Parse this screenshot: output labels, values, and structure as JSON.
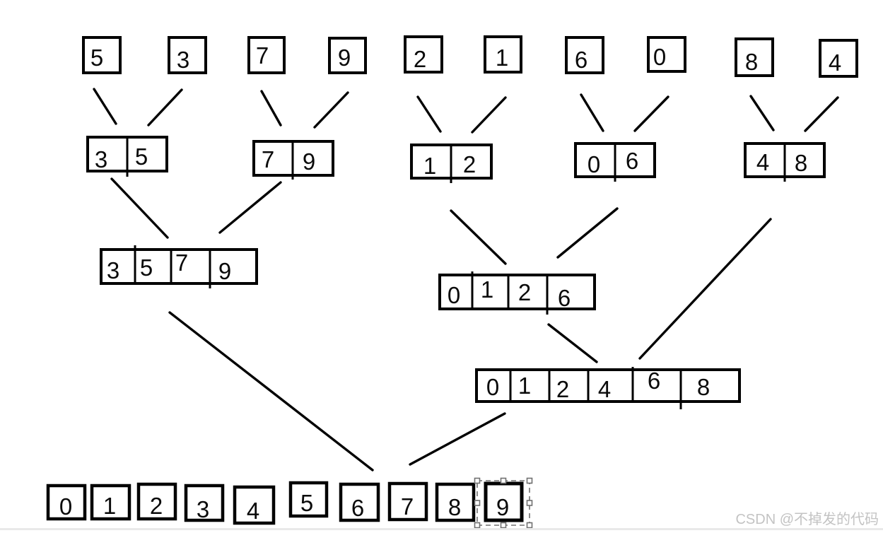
{
  "canvas": {
    "background": "#ffffff",
    "stroke_color": "#000000"
  },
  "watermark": {
    "text": "CSDN @不掉发的代码",
    "color": "#c3c3c3"
  },
  "selection": {
    "selected_value": "9",
    "color": "#707070"
  },
  "levels": {
    "top": [
      "5",
      "3",
      "7",
      "9",
      "2",
      "1",
      "6",
      "0",
      "8",
      "4"
    ],
    "pairs": [
      [
        "3",
        "5"
      ],
      [
        "7",
        "9"
      ],
      [
        "1",
        "2"
      ],
      [
        "0",
        "6"
      ],
      [
        "4",
        "8"
      ]
    ],
    "quads": [
      [
        "3",
        "5",
        "7",
        "9"
      ],
      [
        "0",
        "1",
        "2",
        "6"
      ]
    ],
    "six": [
      "0",
      "1",
      "2",
      "4",
      "6",
      "8"
    ],
    "bottom": [
      "0",
      "1",
      "2",
      "3",
      "4",
      "5",
      "6",
      "7",
      "8",
      "9"
    ]
  }
}
